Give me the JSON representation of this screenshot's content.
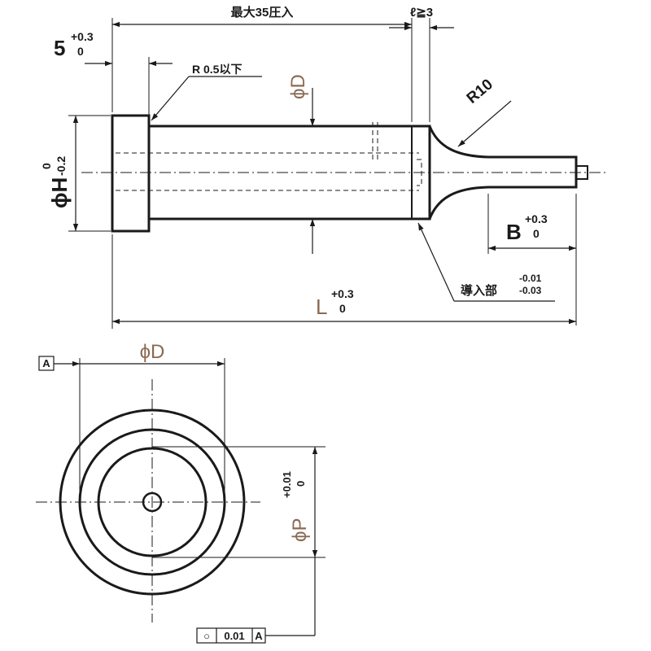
{
  "labels": {
    "max_press": "最大35圧入",
    "ell_ge3": "ℓ≧3",
    "five_nominal": "5",
    "five_upper": "+0.3",
    "five_lower": "0",
    "r05": "R 0.5以下",
    "phiD_side": "ϕD",
    "r10": "R10",
    "phiH_symbol": "ϕH",
    "phiH_upper": "0",
    "phiH_lower": "-0.2",
    "B_nominal": "B",
    "B_upper": "+0.3",
    "B_lower": "0",
    "guide_label": "導入部",
    "guide_upper": "-0.01",
    "guide_lower": "-0.03",
    "L_nominal": "L",
    "L_upper": "+0.3",
    "L_lower": "0",
    "datum_A": "A",
    "phiD_top": "ϕD",
    "phiP_symbol": "ϕP",
    "phiP_upper": "+0.01",
    "phiP_lower": "0",
    "tol_symbol": "○",
    "tol_value": "0.01",
    "tol_datum": "A"
  },
  "colors": {
    "body_fill": "#c8c8c8",
    "line": "#1a1a1a",
    "variable_text": "#8a6a52"
  }
}
